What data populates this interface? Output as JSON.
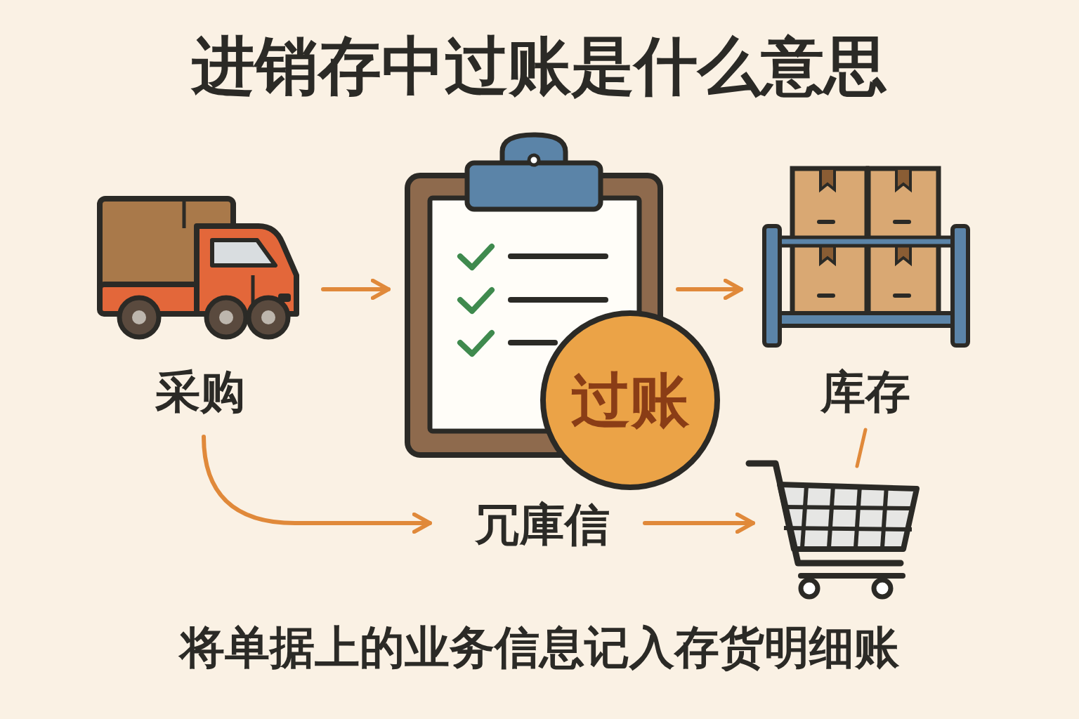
{
  "diagram": {
    "title": "进销存中过账是什么意思",
    "caption": "将单据上的业务信息记入存货明细账",
    "nodes": [
      {
        "text": [
          "采购"
        ]
      },
      {
        "text": [
          "过账"
        ]
      },
      {
        "text": [
          "库存"
        ]
      }
    ],
    "edges": [
      {
        "from": 0,
        "to": 1,
        "arrow": "to"
      },
      {
        "from": 1,
        "to": 2,
        "arrow": "to"
      }
    ],
    "labels": [
      "冗庫信"
    ]
  }
}
